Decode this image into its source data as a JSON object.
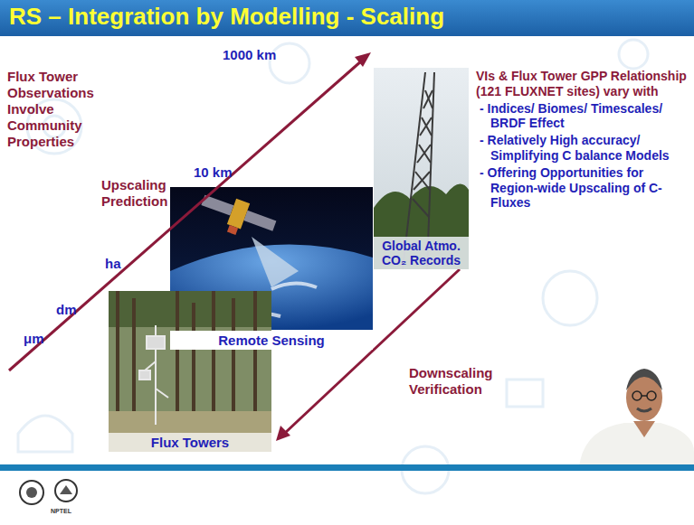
{
  "diagram": {
    "title": "RS – Integration by Modelling - Scaling",
    "nodes": [
      {
        "text": [
          "Flux Towers"
        ]
      },
      {
        "text": [
          "Remote Sensing"
        ]
      },
      {
        "text": [
          "Global Atmo. CO₂ Records"
        ]
      }
    ],
    "labels": [
      "Flux Tower Observations Involve Community Properties",
      "1000 km",
      "10 km",
      "Upscaling Prediction",
      "ha",
      "dm",
      "μm",
      "Downscaling Verification",
      "VIs & Flux Tower GPP Relationship (121 FLUXNET sites) vary with",
      "- Indices/ Biomes/ Timescales/ BRDF Effect",
      "- Relatively High accuracy/ Simplifying C balance Models",
      "- Offering Opportunities for Region-wide Upscaling of C-Fluxes",
      "NPTEL"
    ]
  }
}
